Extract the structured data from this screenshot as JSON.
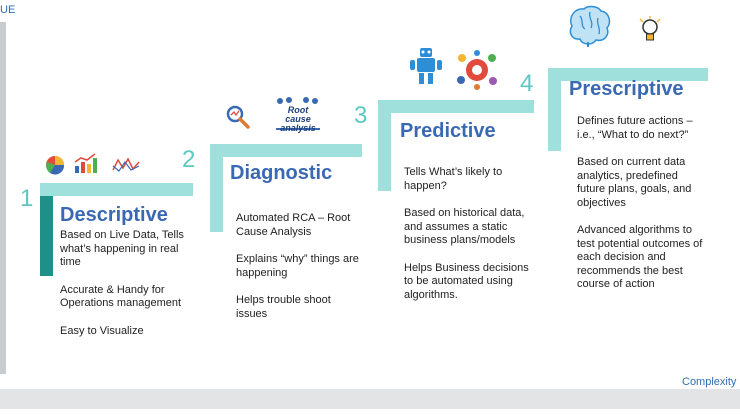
{
  "axes": {
    "y_label": "UE",
    "x_label": "Complexity"
  },
  "stages": [
    {
      "number": "1",
      "title": "Descriptive",
      "points": [
        "Based on Live Data, Tells what’s happening in real time",
        "Accurate & Handy for Operations management",
        "Easy to Visualize"
      ]
    },
    {
      "number": "2",
      "title": "Diagnostic",
      "points": [
        "Automated RCA – Root Cause Analysis",
        "Explains “why” things are happening",
        "Helps trouble shoot issues"
      ]
    },
    {
      "number": "3",
      "title": "Predictive",
      "points": [
        "Tells What’s likely to happen?",
        "Based on historical data, and assumes a static business plans/models",
        "Helps Business decisions to be automated using algorithms."
      ]
    },
    {
      "number": "4",
      "title": "Prescriptive",
      "points": [
        "Defines future actions – i.e., “What to do next?”",
        "Based on current data analytics, predefined future plans, goals, and objectives",
        "Advanced algorithms to test potential outcomes of each decision and recommends the best course of action"
      ]
    }
  ],
  "icons": {
    "stage1": [
      "pie-chart-icon",
      "bar-chart-icon",
      "line-chart-icon"
    ],
    "stage2": [
      "magnifier-icon",
      "root-cause-analysis-logo"
    ],
    "stage3": [
      "robot-icon",
      "gear-network-icon"
    ],
    "stage4": [
      "brain-icon",
      "lightbulb-icon"
    ]
  },
  "logo_text": {
    "rca_line1": "Root cause",
    "rca_line2": "analysis"
  },
  "colors": {
    "accent_teal": "#5ec7c1",
    "bar_light": "#9fe0dc",
    "bar_dark": "#1f8f8a",
    "title_blue": "#3a69b3"
  }
}
